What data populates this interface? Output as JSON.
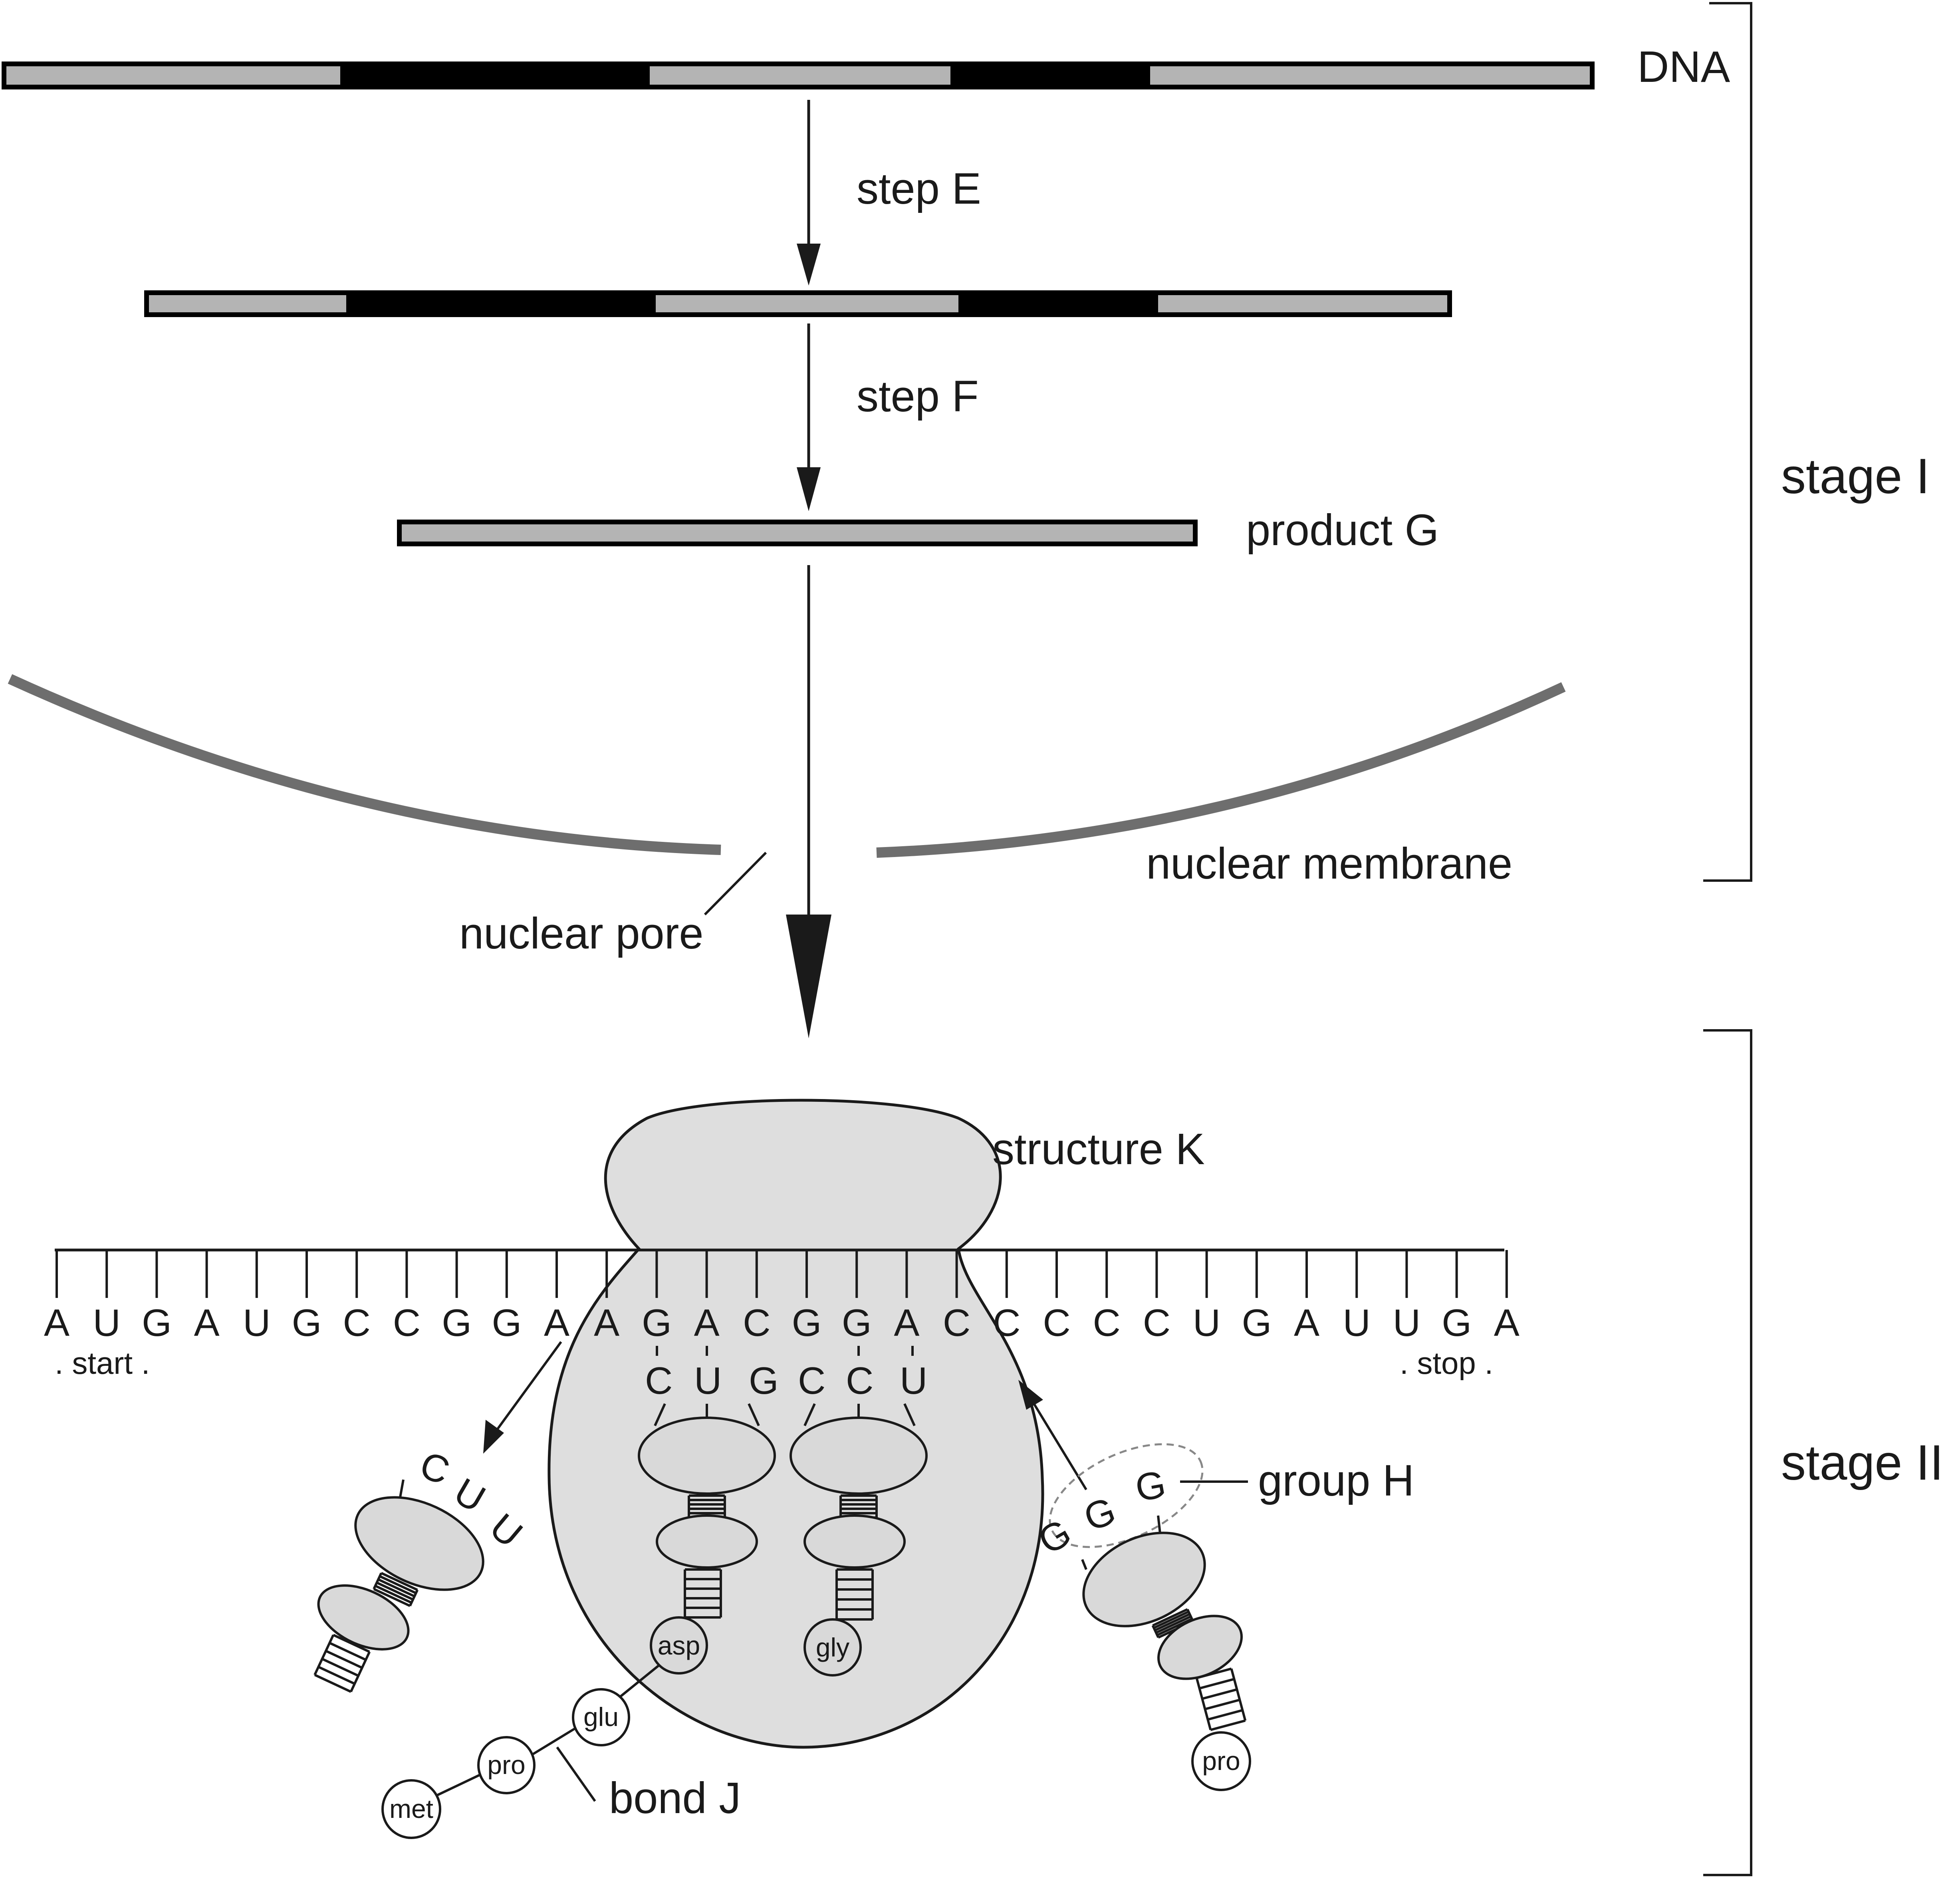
{
  "labels": {
    "dna": "DNA",
    "step_e": "step E",
    "step_f": "step F",
    "product_g": "product G",
    "nuclear_membrane": "nuclear membrane",
    "nuclear_pore": "nuclear pore",
    "stage_i": "stage I",
    "stage_ii": "stage II",
    "structure_k": "structure K",
    "group_h": "group H",
    "bond_j": "bond  J",
    "start": ". start .",
    "stop": ". stop ."
  },
  "mrna_bases": [
    "A",
    "U",
    "G",
    "A",
    "U",
    "G",
    "C",
    "C",
    "G",
    "G",
    "A",
    "A",
    "G",
    "A",
    "C",
    "G",
    "G",
    "A",
    "C",
    "C",
    "C",
    "C",
    "C",
    "U",
    "G",
    "A",
    "U",
    "U",
    "G",
    "A"
  ],
  "trna_left": {
    "anticodon": [
      "C",
      "U",
      "U"
    ]
  },
  "trna_asp": {
    "anticodon": [
      "C",
      "U",
      "G"
    ],
    "amino_acid": "asp"
  },
  "trna_gly": {
    "anticodon": [
      "C",
      "C",
      "U"
    ],
    "amino_acid": "gly"
  },
  "trna_right": {
    "anticodon": [
      "G",
      "G",
      "G"
    ],
    "amino_acid": "pro"
  },
  "chain": [
    "met",
    "pro",
    "glu"
  ],
  "colors": {
    "intron": "#000000",
    "exon": "#b4b4b4",
    "membrane": "#6e6e6e",
    "ribosome": "#d9d9d9"
  }
}
